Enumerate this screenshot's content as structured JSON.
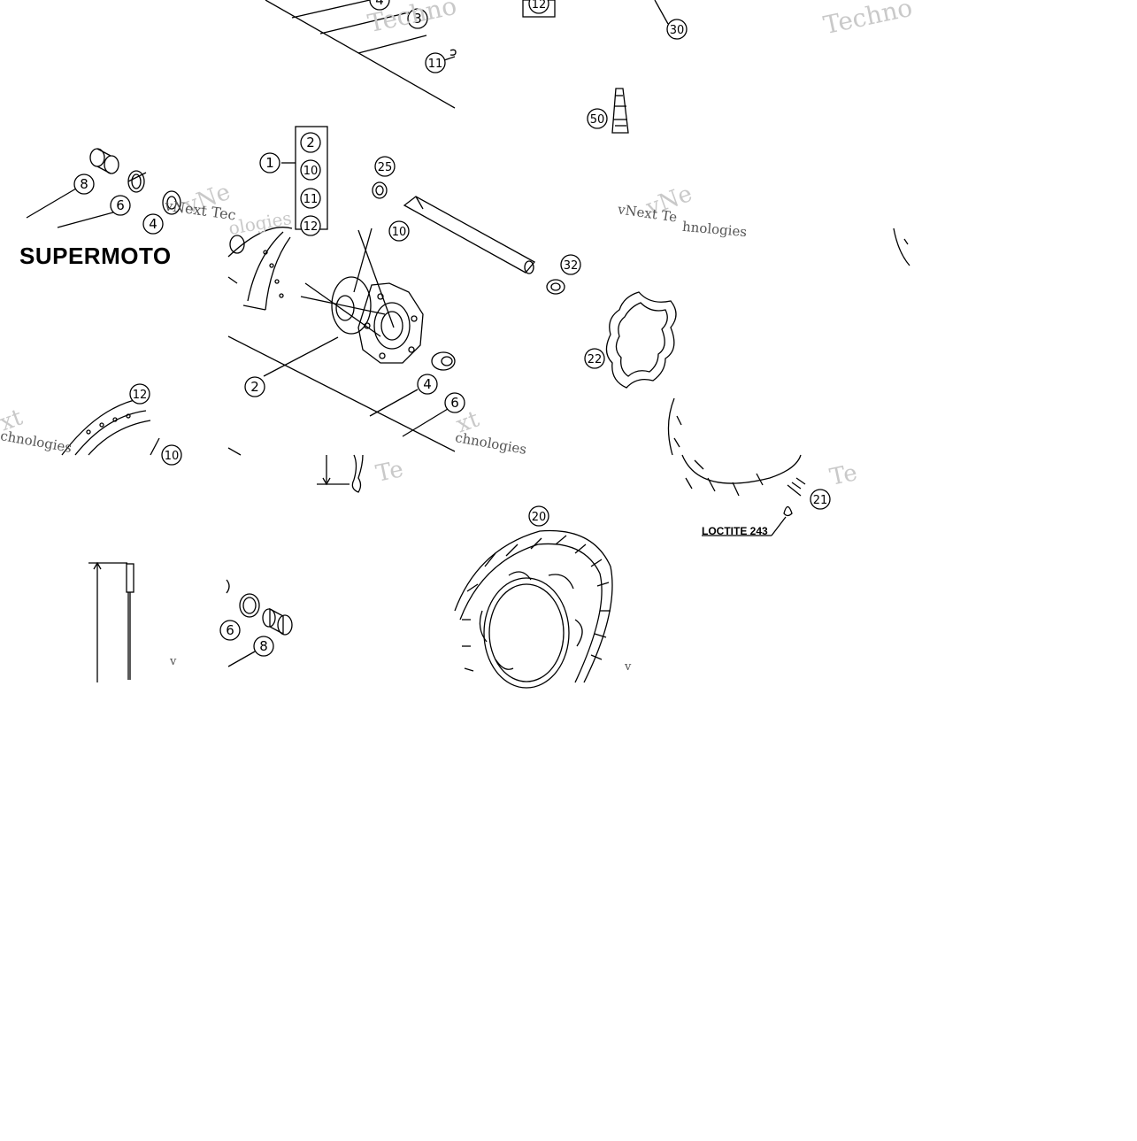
{
  "title": "SUPERMOTO",
  "annotation": "LOCTITE 243",
  "callouts": [
    {
      "id": "c4-top",
      "label": "4"
    },
    {
      "id": "c3-top",
      "label": "3"
    },
    {
      "id": "c11-top",
      "label": "11"
    },
    {
      "id": "c12-top",
      "label": "12"
    },
    {
      "id": "c30",
      "label": "30"
    },
    {
      "id": "c50",
      "label": "50"
    },
    {
      "id": "c8-left",
      "label": "8"
    },
    {
      "id": "c6-left",
      "label": "6"
    },
    {
      "id": "c4-left",
      "label": "4"
    },
    {
      "id": "c1",
      "label": "1"
    },
    {
      "id": "c2-box",
      "label": "2"
    },
    {
      "id": "c10-box",
      "label": "10"
    },
    {
      "id": "c11-box",
      "label": "11"
    },
    {
      "id": "c12-box",
      "label": "12"
    },
    {
      "id": "c25",
      "label": "25"
    },
    {
      "id": "c10-wheel",
      "label": "10"
    },
    {
      "id": "c32",
      "label": "32"
    },
    {
      "id": "c22",
      "label": "22"
    },
    {
      "id": "c2-hub",
      "label": "2"
    },
    {
      "id": "c4-hub",
      "label": "4"
    },
    {
      "id": "c6-hub",
      "label": "6"
    },
    {
      "id": "c12-rim",
      "label": "12"
    },
    {
      "id": "c10-rim",
      "label": "10"
    },
    {
      "id": "c20",
      "label": "20"
    },
    {
      "id": "c21",
      "label": "21"
    },
    {
      "id": "c6-bottom",
      "label": "6"
    },
    {
      "id": "c8-bottom",
      "label": "8"
    }
  ],
  "watermarks": [
    {
      "id": "w1",
      "text": "Techno"
    },
    {
      "id": "w2",
      "text": "Techno"
    },
    {
      "id": "w3",
      "text": "vNe"
    },
    {
      "id": "w4",
      "text": "vNext Tec"
    },
    {
      "id": "w5",
      "text": "vNe"
    },
    {
      "id": "w6",
      "text": "vNext Te"
    },
    {
      "id": "w7",
      "text": "hnologies"
    },
    {
      "id": "w8",
      "text": "ologies"
    },
    {
      "id": "w9",
      "text": "xt"
    },
    {
      "id": "w10",
      "text": "chnologies"
    },
    {
      "id": "w11",
      "text": "xt"
    },
    {
      "id": "w12",
      "text": "chnologies"
    },
    {
      "id": "w13",
      "text": "Te"
    },
    {
      "id": "w14",
      "text": "Te"
    },
    {
      "id": "w15",
      "text": "v"
    },
    {
      "id": "w16",
      "text": "v"
    }
  ]
}
